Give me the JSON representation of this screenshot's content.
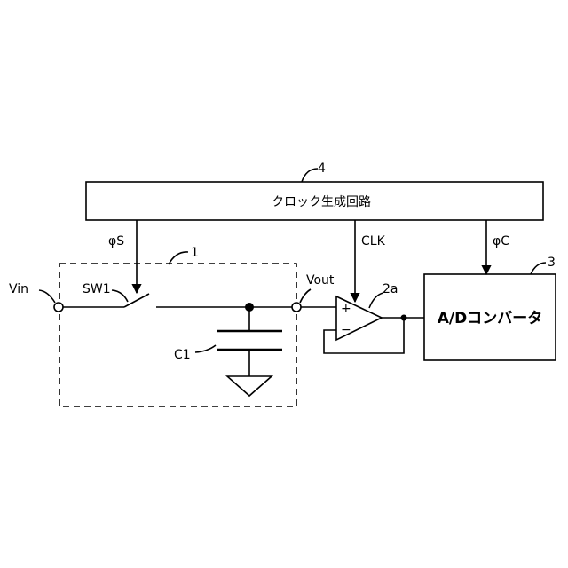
{
  "blocks": {
    "clock": {
      "ref": "4",
      "label": "クロック生成回路"
    },
    "adc": {
      "ref": "3",
      "label": "A/Dコンバータ"
    },
    "sample_hold": {
      "ref": "1"
    },
    "buffer_amp": {
      "ref": "2a",
      "plus": "+",
      "minus": "−"
    }
  },
  "signals": {
    "phi_s": "φS",
    "clk": "CLK",
    "phi_c": "φC"
  },
  "terminals": {
    "vin": "Vin",
    "vout": "Vout"
  },
  "components": {
    "switch": "SW1",
    "capacitor": "C1"
  }
}
